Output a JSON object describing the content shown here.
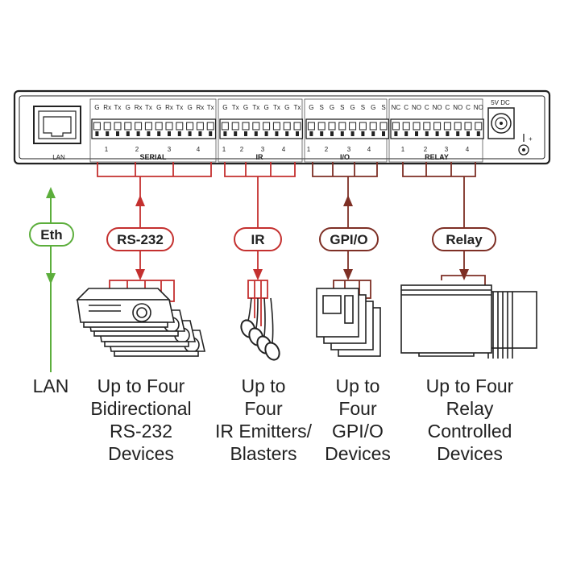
{
  "device": {
    "pin_labels": [
      "G",
      "Rx",
      "Tx",
      "G",
      "Rx",
      "Tx",
      "G",
      "Rx",
      "Tx",
      "G",
      "Rx",
      "Tx",
      "G",
      "Tx",
      "G",
      "Tx",
      "G",
      "Tx",
      "G",
      "Tx",
      "G",
      "S",
      "G",
      "S",
      "G",
      "S",
      "G",
      "S",
      "NC",
      "C",
      "NO",
      "C",
      "NO",
      "C",
      "NO",
      "C",
      "NO"
    ],
    "power_label": "5V DC",
    "lan_port_label": "LAN",
    "sections": {
      "serial": "SERIAL",
      "ir": "IR",
      "io": "I/O",
      "relay": "RELAY"
    },
    "port_numbers": [
      "1",
      "2",
      "3",
      "4"
    ]
  },
  "pills": {
    "eth": "Eth",
    "rs232": "RS-232",
    "ir": "IR",
    "gpio": "GPI/O",
    "relay": "Relay"
  },
  "bottom_labels": {
    "lan": "LAN",
    "rs232": [
      "Up to Four",
      "Bidirectional",
      "RS-232",
      "Devices"
    ],
    "ir": [
      "Up to",
      "Four",
      "IR Emitters/",
      "Blasters"
    ],
    "gpio": [
      "Up to",
      "Four",
      "GPI/O",
      "Devices"
    ],
    "relay": [
      "Up to Four",
      "Relay",
      "Controlled",
      "Devices"
    ]
  },
  "colors": {
    "green": "#5cae3c",
    "red": "#c4302f",
    "brown": "#7e2f25",
    "dark": "#222222"
  }
}
